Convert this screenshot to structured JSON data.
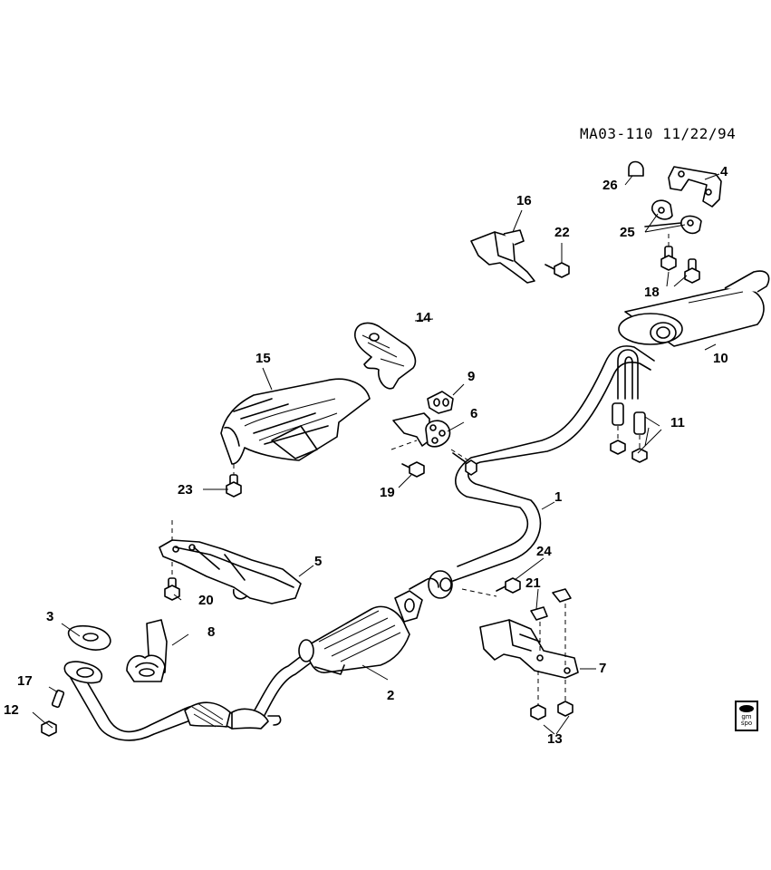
{
  "header": {
    "code": "MA03-110 11/22/94"
  },
  "logo": {
    "line1": "gm",
    "line2": "spo"
  },
  "callouts": [
    "1",
    "2",
    "3",
    "4",
    "5",
    "6",
    "7",
    "8",
    "9",
    "10",
    "11",
    "12",
    "13",
    "14",
    "15",
    "16",
    "17",
    "18",
    "19",
    "20",
    "21",
    "22",
    "23",
    "24",
    "25",
    "26"
  ]
}
